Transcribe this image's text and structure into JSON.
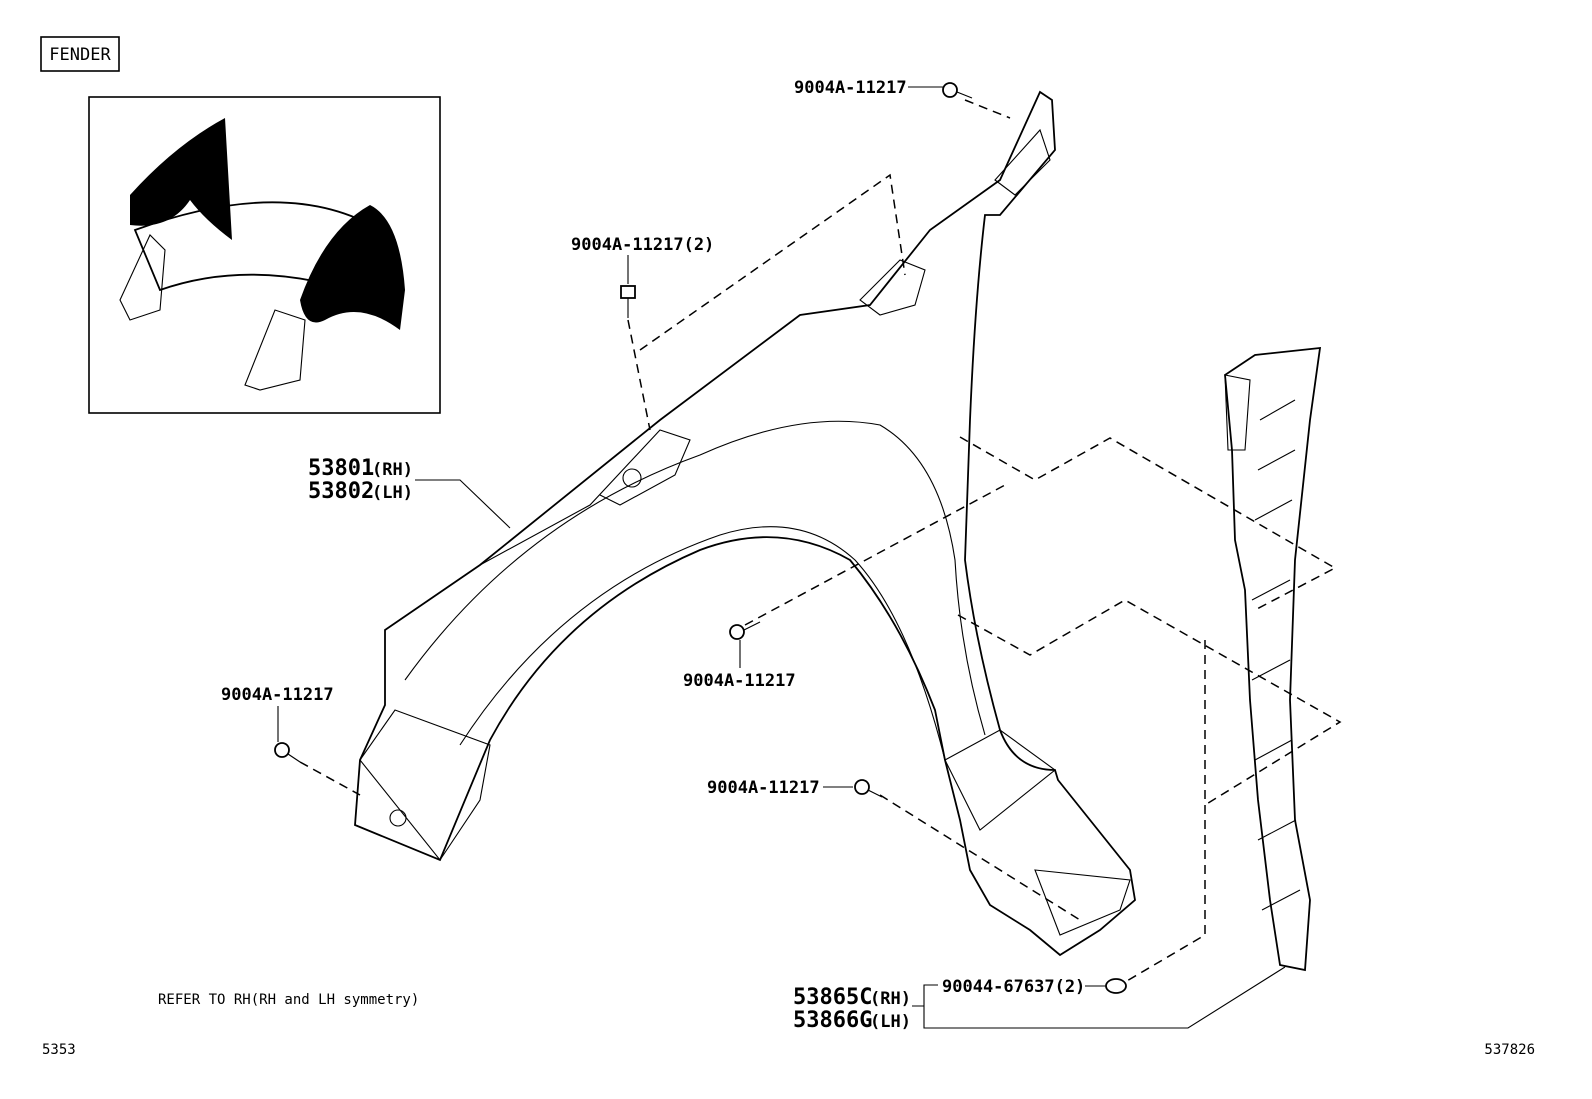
{
  "section_label": "FENDER",
  "callouts": {
    "bolt_top": "9004A-11217",
    "bolt_upper_mid": "9004A-11217(2)",
    "fender_rh": "53801",
    "fender_rh_suffix": "(RH)",
    "fender_lh": "53802",
    "fender_lh_suffix": "(LH)",
    "bolt_center": "9004A-11217",
    "bolt_left": "9004A-11217",
    "bolt_lower_right": "9004A-11217",
    "clip": "90044-67637(2)",
    "seal_rh": "53865C",
    "seal_rh_suffix": "(RH)",
    "seal_lh": "53866G",
    "seal_lh_suffix": "(LH)"
  },
  "note": "REFER TO RH(RH and LH symmetry)",
  "footer": {
    "left_code": "5353",
    "right_code": "537826"
  }
}
